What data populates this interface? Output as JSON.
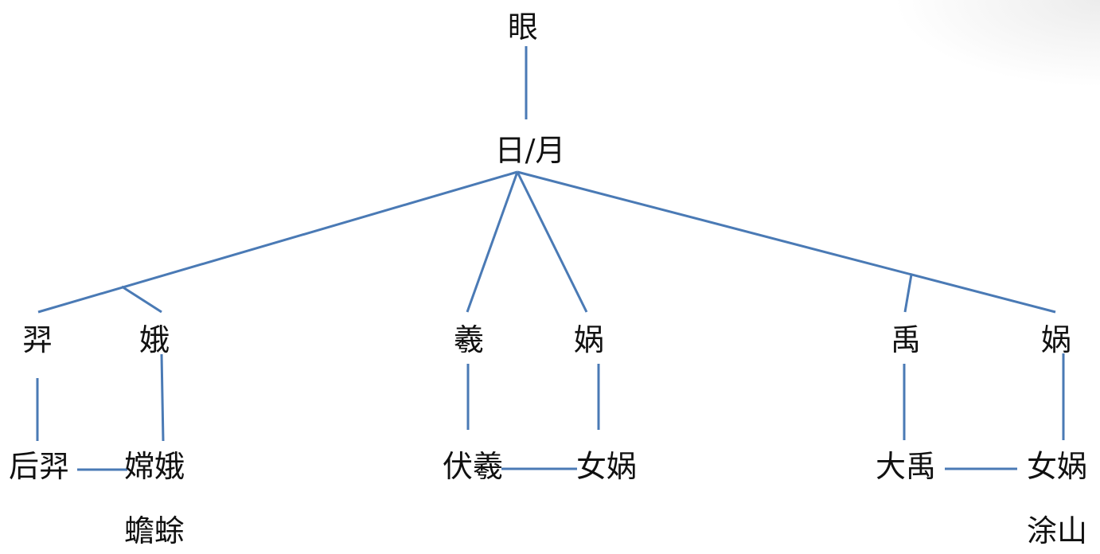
{
  "nodes": {
    "eye": "眼",
    "sun_moon": "日/月",
    "yi_char": "羿",
    "e_char": "娥",
    "xi_char": "羲",
    "wa_char_1": "娲",
    "yu_char": "禹",
    "wa_char_2": "娲",
    "houyi": "后羿",
    "change": "嫦娥",
    "chanchu": "蟾蜍",
    "fuxi": "伏羲",
    "nuwa_1": "女娲",
    "dayu": "大禹",
    "nuwa_2": "女娲",
    "tushan": "涂山"
  }
}
